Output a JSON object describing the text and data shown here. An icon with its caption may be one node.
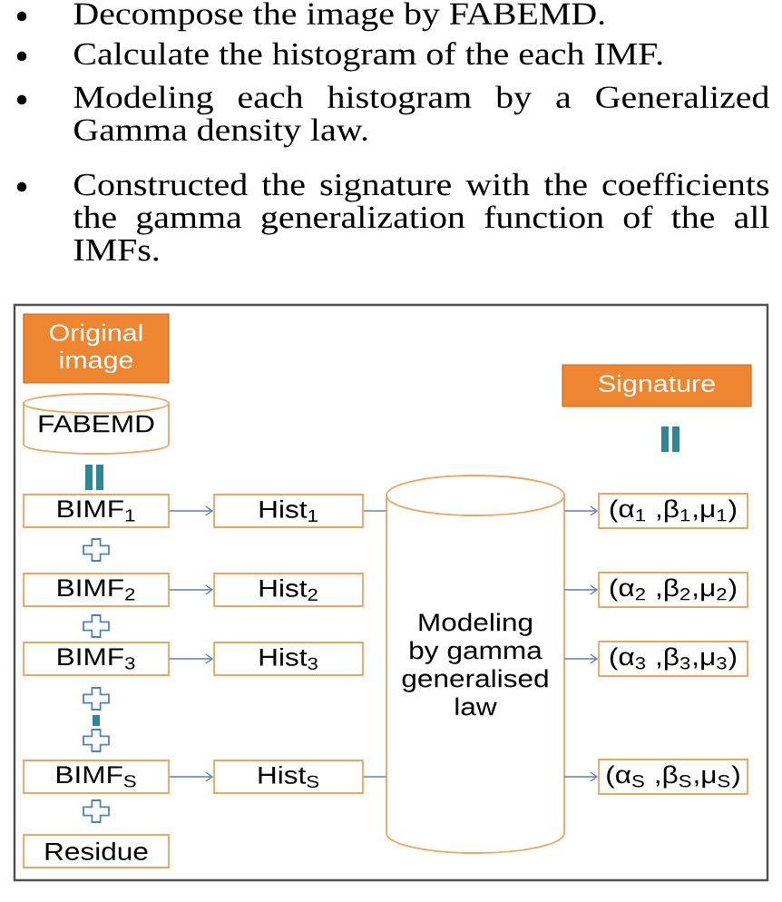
{
  "diagram": {
    "nodes": [
      {
        "text": [
          "Original image"
        ]
      },
      {
        "text": [
          "FABEMD"
        ]
      },
      {
        "text": [
          "BIMF$_{1}$"
        ]
      },
      {
        "text": [
          "BIMF$_{2}$"
        ]
      },
      {
        "text": [
          "BIMF$_{3}$"
        ]
      },
      {
        "text": [
          "BIMF$_{S}$"
        ]
      },
      {
        "text": [
          "Residue"
        ]
      },
      {
        "text": [
          "Hist$_{1}$"
        ]
      },
      {
        "text": [
          "Hist$_{2}$"
        ]
      },
      {
        "text": [
          "Hist$_{3}$"
        ]
      },
      {
        "text": [
          "Hist$_{S}$"
        ]
      },
      {
        "text": [
          "Modeling by gamma generalised law"
        ]
      },
      {
        "text": [
          "Signature"
        ]
      },
      {
        "text": [
          "(α$_{1}$ ,β$_{1}$,μ$_{1}$)"
        ]
      },
      {
        "text": [
          "(α$_{2}$ ,β$_{2}$,μ$_{2}$)"
        ]
      },
      {
        "text": [
          "(α$_{3}$ ,β$_{3}$,μ$_{3}$)"
        ]
      },
      {
        "text": [
          "(α$_{S}$ ,β$_{S}$,μ$_{S}$)"
        ]
      }
    ],
    "edges": [
      {
        "from": 2,
        "to": 7,
        "arrow": "to"
      },
      {
        "from": 3,
        "to": 8,
        "arrow": "to"
      },
      {
        "from": 4,
        "to": 9,
        "arrow": "to"
      },
      {
        "from": 5,
        "to": 10,
        "arrow": "to"
      },
      {
        "from": 7,
        "to": 11,
        "arrow": "none"
      },
      {
        "from": 10,
        "to": 11,
        "arrow": "none"
      },
      {
        "from": 11,
        "to": 13,
        "arrow": "to"
      },
      {
        "from": 11,
        "to": 14,
        "arrow": "to"
      },
      {
        "from": 11,
        "to": 15,
        "arrow": "to"
      },
      {
        "from": 11,
        "to": 16,
        "arrow": "to"
      }
    ],
    "labels": [
      "Decompose the image by FABEMD.",
      "Calculate the histogram of the each IMF.",
      "Modeling each histogram by a Generalized Gamma density law.",
      "Constructed the signature with the coefficients the gamma generalization function of the all IMFs."
    ]
  }
}
